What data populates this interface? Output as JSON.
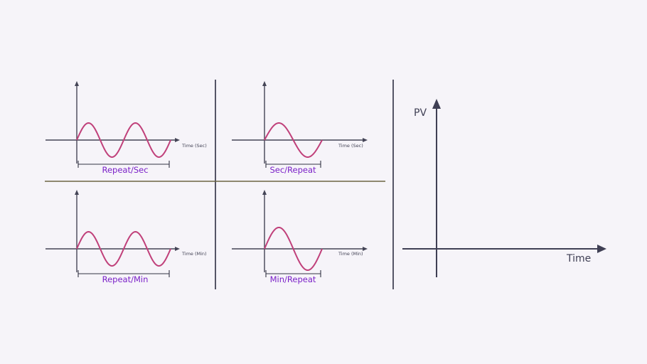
{
  "panels": [
    {
      "x_axis_label": "Time (Sec)",
      "span_label": "Repeat/Sec",
      "cycles": 2
    },
    {
      "x_axis_label": "Time (Sec)",
      "span_label": "Sec/Repeat",
      "cycles": 1
    },
    {
      "x_axis_label": "Time (Min)",
      "span_label": "Repeat/Min",
      "cycles": 2
    },
    {
      "x_axis_label": "Time (Min)",
      "span_label": "Min/Repeat",
      "cycles": 1
    }
  ],
  "graph": {
    "y_label": "PV",
    "x_label": "Time"
  },
  "colors": {
    "wave": "#c0407a",
    "label": "#7a1fc8",
    "axis": "#444456"
  }
}
